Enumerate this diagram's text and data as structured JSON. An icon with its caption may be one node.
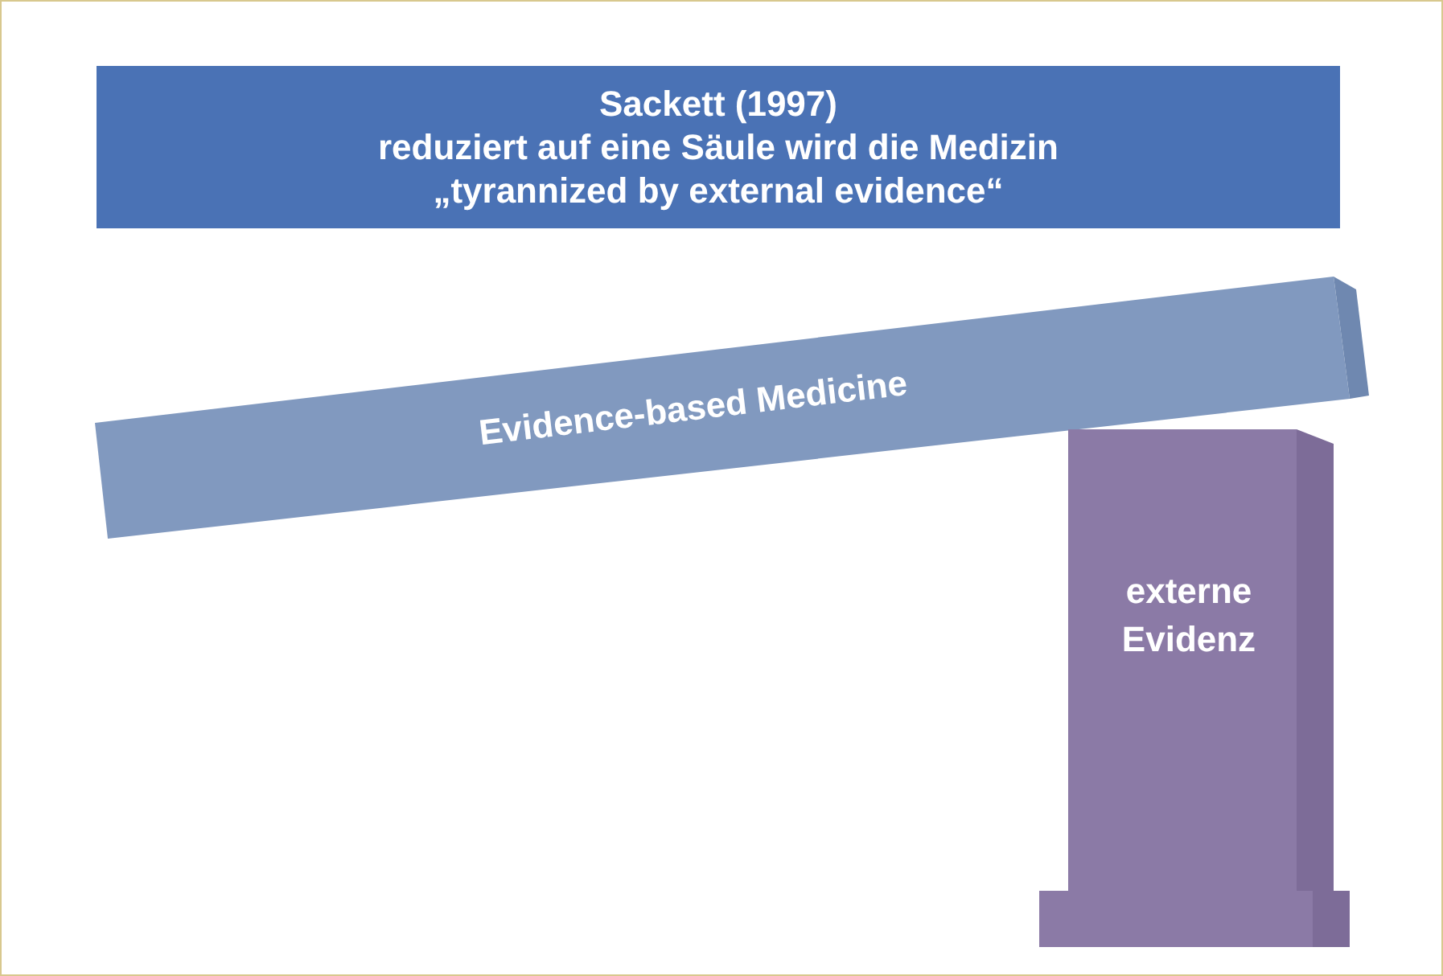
{
  "diagram": {
    "nodes": [
      {
        "text": [
          "Sackett (1997)",
          "reduziert auf eine Säule wird die Medizin",
          "„tyrannized by external evidence“"
        ]
      },
      {
        "text": [
          "Evidence-based Medicine"
        ]
      },
      {
        "text": [
          "externe Evidenz"
        ]
      }
    ]
  }
}
